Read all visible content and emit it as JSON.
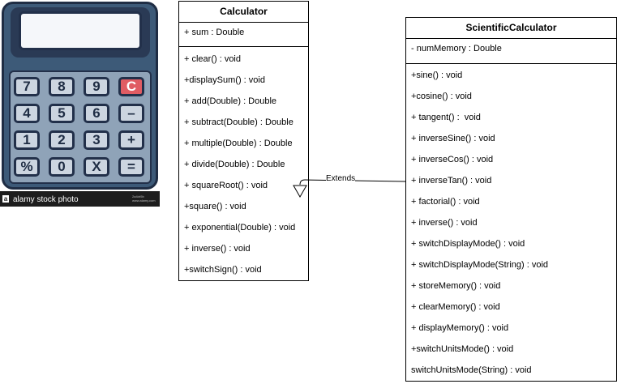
{
  "calculator_image": {
    "keys": [
      [
        "7",
        "8",
        "9",
        "C"
      ],
      [
        "4",
        "5",
        "6",
        "–"
      ],
      [
        "1",
        "2",
        "3",
        "+"
      ],
      [
        "%",
        "0",
        "X",
        "="
      ]
    ],
    "watermark": "alamy stock photo",
    "watermark_logo": "a",
    "small_print": "2a4dr5b\nwww.alamy.com"
  },
  "calculator_class": {
    "name": "Calculator",
    "attributes": [
      "+ sum : Double"
    ],
    "methods": [
      "+ clear() : void",
      "+displaySum() : void",
      "+ add(Double) : Double",
      "+ subtract(Double) : Double",
      "+ multiple(Double) : Double",
      "+ divide(Double) : Double",
      "+ squareRoot() : void",
      "+square() : void",
      "+ exponential(Double) : void",
      "+ inverse() : void",
      "+switchSign() : void"
    ]
  },
  "scientific_class": {
    "name": "ScientificCalculator",
    "attributes": [
      "- numMemory : Double"
    ],
    "methods": [
      "+sine() : void",
      "+cosine() : void",
      "+ tangent() :  void",
      "+ inverseSine() : void",
      "+ inverseCos() : void",
      "+ inverseTan() : void",
      "+ factorial() : void",
      "+ inverse() : void",
      "+ switchDisplayMode() : void",
      "+ switchDisplayMode(String) : void",
      "+ storeMemory() : void",
      "+ clearMemory() : void",
      "+ displayMemory() : void",
      "+switchUnitsMode() : void",
      "switchUnitsMode(String) : void"
    ]
  },
  "relationship": {
    "label": "Extends"
  }
}
